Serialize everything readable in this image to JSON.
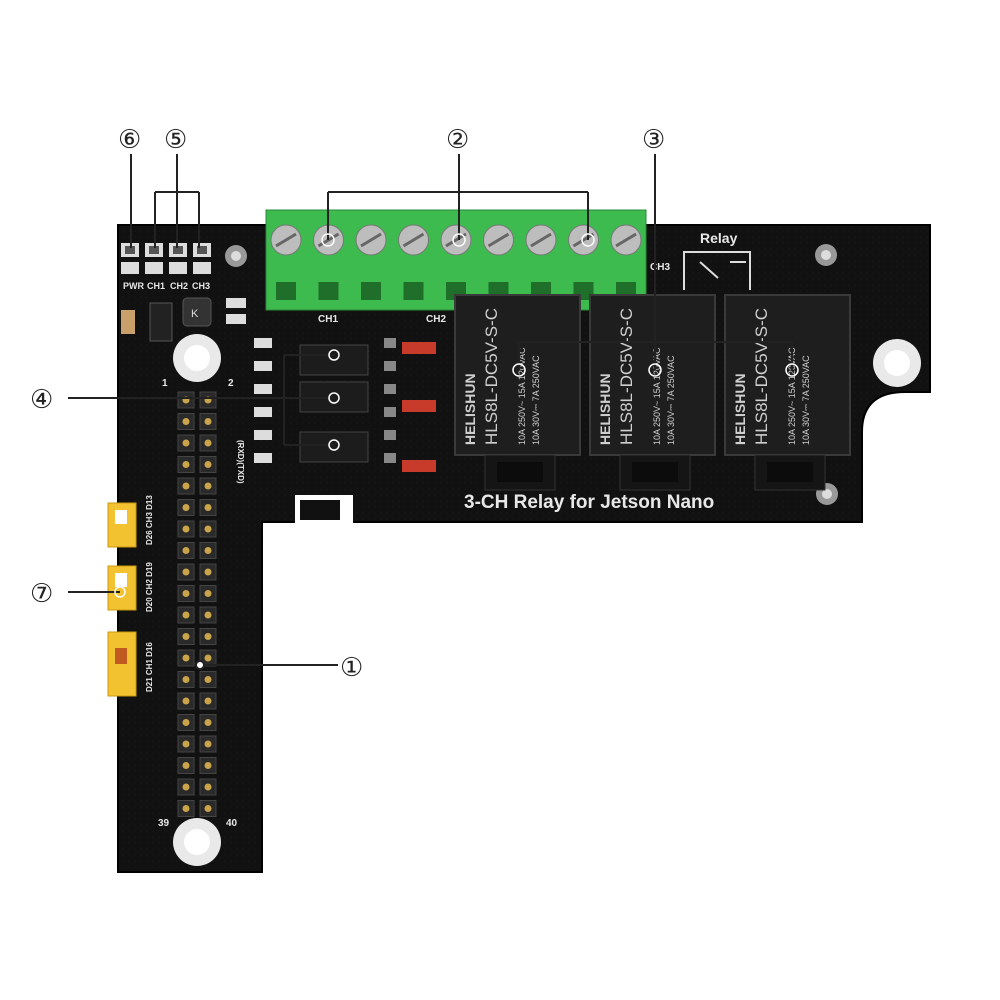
{
  "board": {
    "title": "3-CH Relay for Jetson Nano",
    "relay_symbol_label": "Relay",
    "led_labels": [
      "PWR",
      "CH1",
      "CH2",
      "CH3"
    ],
    "terminal_labels": [
      "CH1",
      "CH2",
      "CH3"
    ],
    "header_pin_labels": {
      "top_left": "1",
      "top_right": "2",
      "bottom_left": "39",
      "bottom_right": "40"
    },
    "header_text": "(RXD)(TXD)",
    "jumper_labels": [
      "D26 CH3 D13",
      "D20 CH2 D19",
      "D21 CH1 D16"
    ],
    "relay_module": {
      "brand": "HELISHUN",
      "model": "HLS8L-DC5V-S-C",
      "rating_1": "10A 250V~",
      "rating_2": "10A 30V⎓",
      "rating_3": "15A 120VAC",
      "rating_4": "7A 250VAC"
    }
  },
  "callouts": [
    "①",
    "②",
    "③",
    "④",
    "⑤",
    "⑥",
    "⑦"
  ]
}
